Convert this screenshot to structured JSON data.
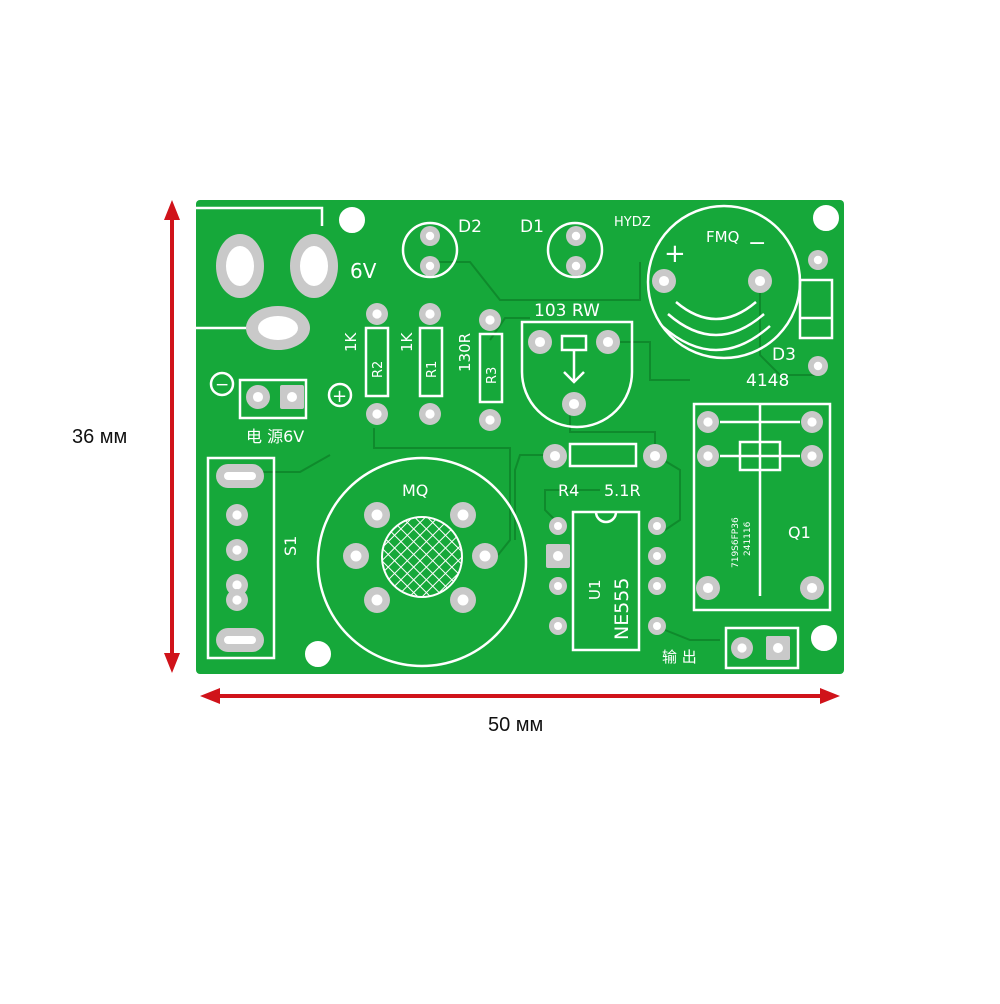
{
  "dimensions": {
    "height": "36 мм",
    "width": "50 мм",
    "arrow_color": "#d0131a"
  },
  "board": {
    "board_color": "#16a83a",
    "silk_color": "#ffffff",
    "pad_color": "#c9c9c9",
    "trace_color": "#0f8a2c",
    "brand": "HYDZ",
    "power_label": "电 源6V",
    "power_voltage": "6V",
    "minus_sign": "−",
    "plus_sign": "+",
    "output_label": "输 出",
    "components": {
      "d1": "D1",
      "d2": "D2",
      "fmq": "FMQ",
      "fmq_minus": "−",
      "fmq_plus": "+",
      "d3": "D3",
      "d3_value": "4148",
      "r1": "R1",
      "r1_value": "1K",
      "r2": "R2",
      "r2_value": "1K",
      "r3": "R3",
      "r3_value": "130R",
      "pot": "103 RW",
      "r4": "R4",
      "r4_value": "5.1R",
      "mq": "MQ",
      "s1": "S1",
      "u1": "U1",
      "u1_value": "NE555",
      "q1": "Q1",
      "relay_code_1": "719S6FP36",
      "relay_code_2": "241116"
    }
  }
}
